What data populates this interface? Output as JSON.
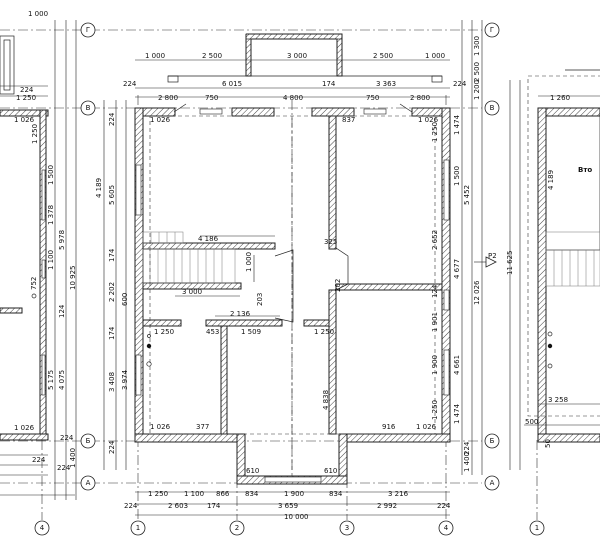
{
  "axes": {
    "rows": [
      {
        "id": "row-g",
        "label": "Г"
      },
      {
        "id": "row-v",
        "label": "В"
      },
      {
        "id": "row-b",
        "label": "Б"
      },
      {
        "id": "row-a",
        "label": "А"
      }
    ],
    "cols": [
      {
        "id": "col-1",
        "label": "1"
      },
      {
        "id": "col-2",
        "label": "2"
      },
      {
        "id": "col-3",
        "label": "3"
      },
      {
        "id": "col-4",
        "label": "4"
      },
      {
        "id": "col-4-left",
        "label": "4"
      },
      {
        "id": "col-1-right",
        "label": "1"
      }
    ]
  },
  "section_mark": "Р2",
  "right_room_text": "Вто",
  "dims": {
    "top_row1": [
      "1 000",
      "2 500",
      "3 000",
      "2 500",
      "1 000"
    ],
    "top_row2": [
      "224",
      "6 015",
      "174",
      "3 363",
      "224"
    ],
    "top_row3": [
      "2 800",
      "750",
      "4 800",
      "750",
      "2 800"
    ],
    "top_inner": [
      "1 026",
      "837",
      "1 026"
    ],
    "left_far": [
      "1 000",
      "224",
      "1 250",
      "1 026",
      "1 250",
      "1 378",
      "1 500",
      "1 100",
      "752",
      "5 175",
      "4 075",
      "1 026",
      "224",
      "224",
      "10 925",
      "5 978",
      "124",
      "1 400",
      "224"
    ],
    "main_left": [
      "224",
      "4 189",
      "5 605",
      "174",
      "2 202",
      "600",
      "174",
      "3 974",
      "3 408",
      "224"
    ],
    "main_right": [
      "1 474",
      "1 250",
      "1 500",
      "2 652",
      "5 452",
      "4 677",
      "12 026",
      "124",
      "1 901",
      "4 661",
      "1 900",
      "1 250",
      "1 474",
      "224",
      "1 400",
      "1 300",
      "2 500",
      "1 200"
    ],
    "interior": [
      "4 186",
      "3 000",
      "1 000",
      "203",
      "2 136",
      "325",
      "202",
      "1 250",
      "1 509",
      "453",
      "1 250",
      "377",
      "1 026",
      "916",
      "1 026",
      "4 838",
      "610",
      "610"
    ],
    "bottom_row1": [
      "1 250",
      "1 100",
      "866",
      "834",
      "1 900",
      "834",
      "3 216"
    ],
    "bottom_row2": [
      "224",
      "2 603",
      "174",
      "3 659",
      "2 992",
      "224"
    ],
    "bottom_total": "10 000",
    "right_panel": [
      "1 260",
      "4 189",
      "3 258",
      "500",
      "11 625",
      "50"
    ]
  }
}
